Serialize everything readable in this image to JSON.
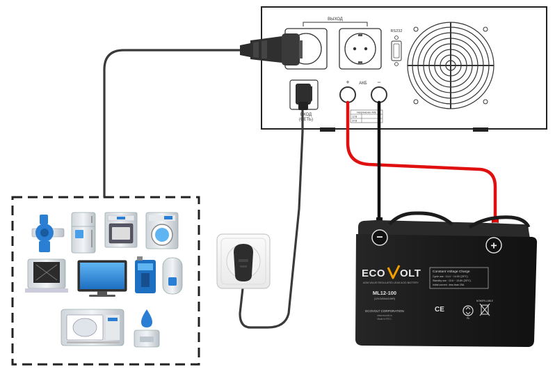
{
  "inverter": {
    "output_label": "ВЫХОД",
    "rs232_label": "RS232",
    "input_label_line1": "ВХОД",
    "input_label_line2": "(СЕТЬ)",
    "akb_label": "АКБ",
    "plus_label": "+",
    "minus_label": "−",
    "table_header": "Напряжение АКБ",
    "table_row1": "12 В",
    "table_row2": "24 В"
  },
  "battery": {
    "brand_left": "ECO",
    "brand_right": "OLT",
    "subtitle": "AGM VALVE REGULATED LEAD ACID BATTERY",
    "model": "ML12-100",
    "model_sub": "(12V/100Ah/10HR)",
    "charge_title": "Constant Voltage Charge",
    "charge_line1": "Cycle use      : 14.4 ~ 14.9V (25°C)",
    "charge_line2": "Standby use  : 13.6 ~ 13.8V (25°C)",
    "charge_line3": "Initial current : less than 25A",
    "corp": "ECOVOLT CORPORATION",
    "corp_sub1": "www.ecovolt.ru",
    "corp_sub2": "Made in P.R.C.",
    "ce_mark": "CE",
    "nonspill": "NONSPILLABLE",
    "pb": "Pb",
    "minus_terminal": "−",
    "plus_terminal": "+"
  },
  "colors": {
    "positive_cable": "#e01010",
    "negative_cable": "#111111",
    "battery_body": "#1b1b1b",
    "appliance_blue": "#2a7fd4"
  },
  "appliances": [
    "circulation-pump",
    "refrigerator",
    "oven",
    "washing-machine",
    "fan-heater",
    "tv",
    "gas-boiler",
    "water-heater",
    "microwave",
    "water-cooler"
  ]
}
